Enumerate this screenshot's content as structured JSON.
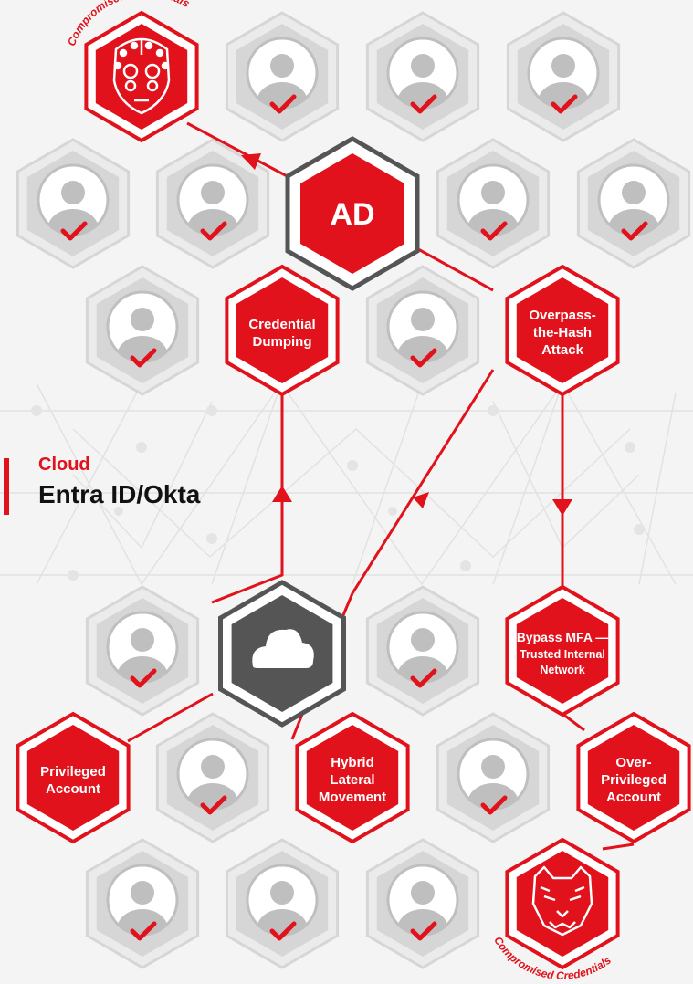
{
  "legend": {
    "kicker": "Cloud",
    "title": "Entra ID/Okta"
  },
  "hubs": {
    "ad": "AD",
    "cloud_icon": "cloud-icon"
  },
  "threat_labels": {
    "top": "Compromised Credentials",
    "bottom": "Compromised Credentials"
  },
  "attack_steps": {
    "credential_dumping": [
      "Credential",
      "Dumping"
    ],
    "overpass_the_hash": [
      "Overpass-",
      "the-Hash",
      "Attack"
    ],
    "bypass_mfa": [
      "Bypass MFA —",
      "Trusted Internal",
      "Network"
    ],
    "privileged_account": [
      "Privileged",
      "Account"
    ],
    "hybrid_lateral": [
      "Hybrid",
      "Lateral",
      "Movement"
    ],
    "over_privileged": [
      "Over-",
      "Privileged",
      "Account"
    ]
  },
  "icons": {
    "user": "user-avatar-icon",
    "check": "check-icon",
    "top_threat": "robot-mask-icon",
    "bottom_threat": "panther-head-icon"
  },
  "colors": {
    "red": "#e1121b",
    "dark_gray": "#555555",
    "hex_gray": "#d6d6d6",
    "avatar_gray": "#bfbfbf",
    "background": "#f4f4f4"
  }
}
